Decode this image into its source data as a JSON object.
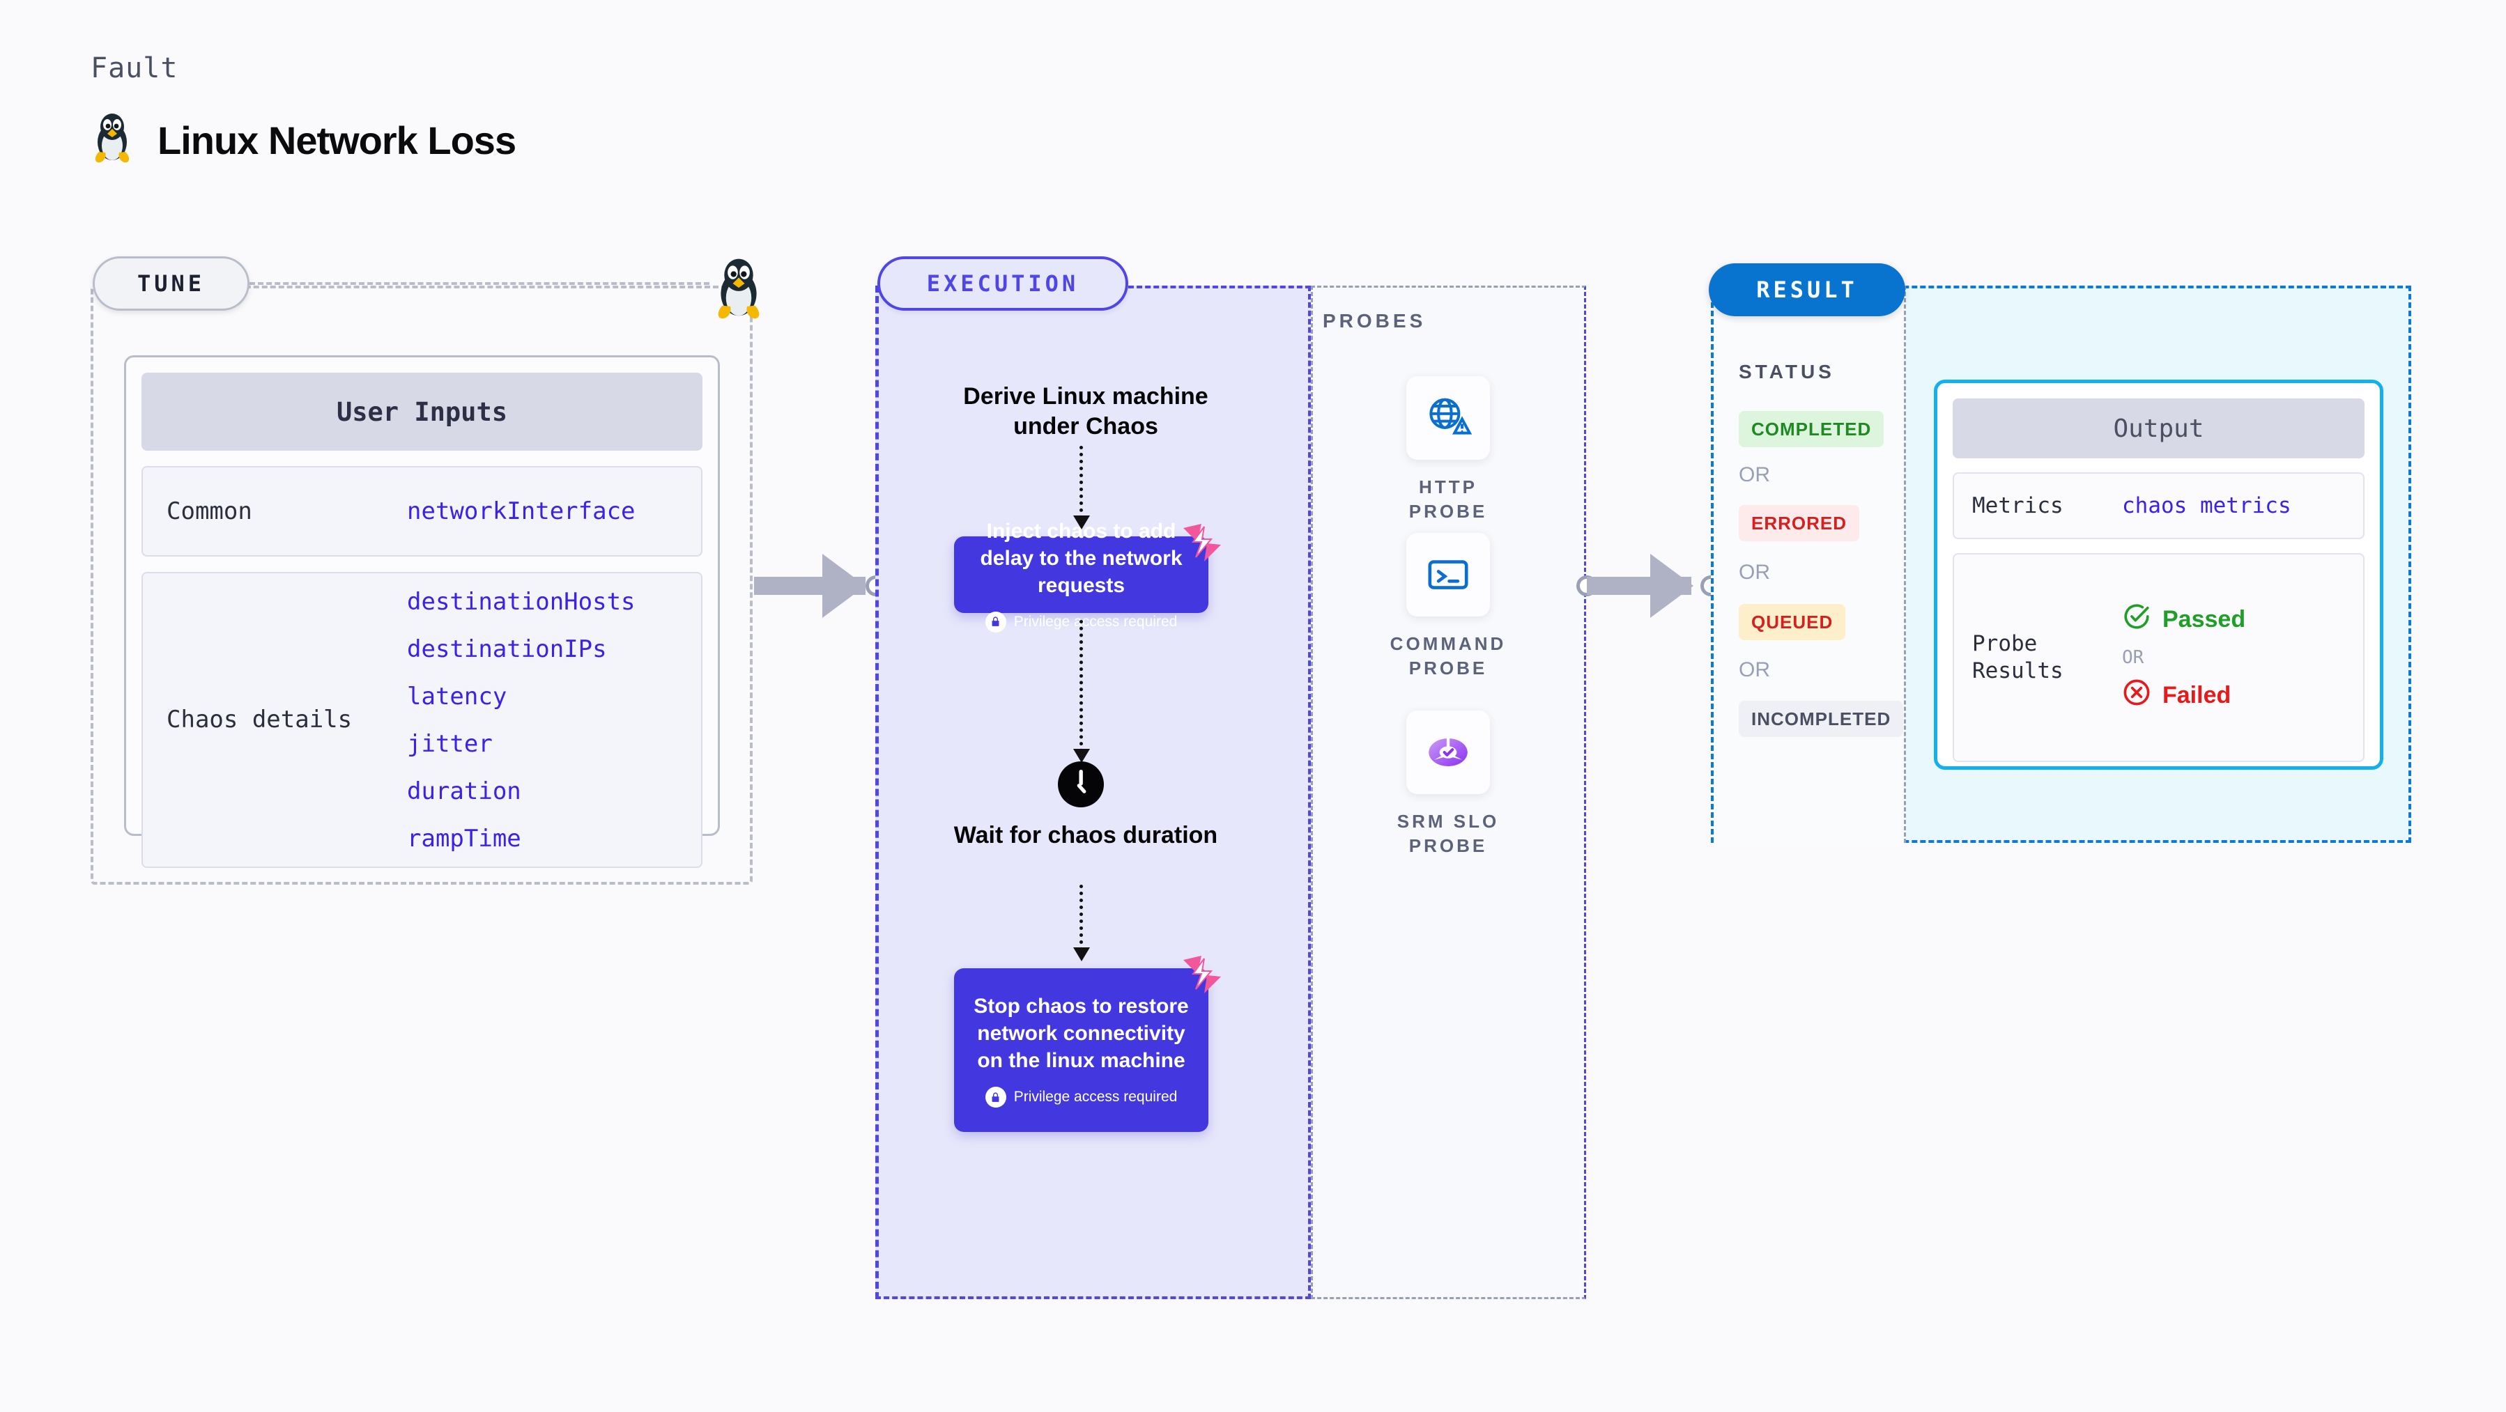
{
  "header": {
    "kicker": "Fault",
    "title": "Linux Network Loss",
    "icon": "linux-penguin-icon"
  },
  "tune": {
    "badge": "TUNE",
    "card_title": "User Inputs",
    "rows": [
      {
        "key": "Common",
        "values": [
          "networkInterface"
        ]
      },
      {
        "key": "Chaos details",
        "values": [
          "destinationHosts",
          "destinationIPs",
          "latency",
          "jitter",
          "duration",
          "rampTime"
        ]
      }
    ]
  },
  "execution": {
    "badge": "EXECUTION",
    "step1_text": "Derive Linux machine under Chaos",
    "box1": {
      "title": "Inject chaos to add delay to the network requests",
      "privilege": "Privilege access required",
      "logo": "harness-logo-icon",
      "lock": "lock-icon"
    },
    "wait_text": "Wait for chaos duration",
    "wait_icon": "clock-icon",
    "box2": {
      "title": "Stop chaos to restore network connectivity on the linux machine",
      "privilege": "Privilege access required",
      "logo": "harness-logo-icon",
      "lock": "lock-icon"
    }
  },
  "probes": {
    "title": "PROBES",
    "items": [
      {
        "label": "HTTP PROBE",
        "icon": "globe-warning-icon"
      },
      {
        "label": "COMMAND PROBE",
        "icon": "terminal-icon"
      },
      {
        "label": "SRM SLO PROBE",
        "icon": "slo-donut-check-icon"
      }
    ]
  },
  "result": {
    "badge": "RESULT",
    "status_title": "STATUS",
    "or": "OR",
    "statuses": [
      {
        "label": "COMPLETED",
        "bg": "#dcf5dc",
        "fg": "#1f8a23"
      },
      {
        "label": "ERRORED",
        "bg": "#fdeaea",
        "fg": "#d32020"
      },
      {
        "label": "QUEUED",
        "bg": "#fdefc9",
        "fg": "#d32020"
      },
      {
        "label": "INCOMPLETED",
        "bg": "#eff0f5",
        "fg": "#4b4f62"
      }
    ],
    "output": {
      "title": "Output",
      "metrics_key": "Metrics",
      "metrics_value": "chaos metrics",
      "probe_key": "Probe Results",
      "passed": "Passed",
      "failed": "Failed",
      "or": "OR",
      "passed_icon": "check-circle-icon",
      "failed_icon": "x-circle-icon"
    }
  },
  "colors": {
    "execution_accent": "#4f46e5",
    "result_accent": "#0d7ad6",
    "output_accent": "#13b0ee",
    "value_text": "#3b22e8",
    "chaos_box": "#4338e0",
    "harness_pink": "#ef5a9b"
  }
}
